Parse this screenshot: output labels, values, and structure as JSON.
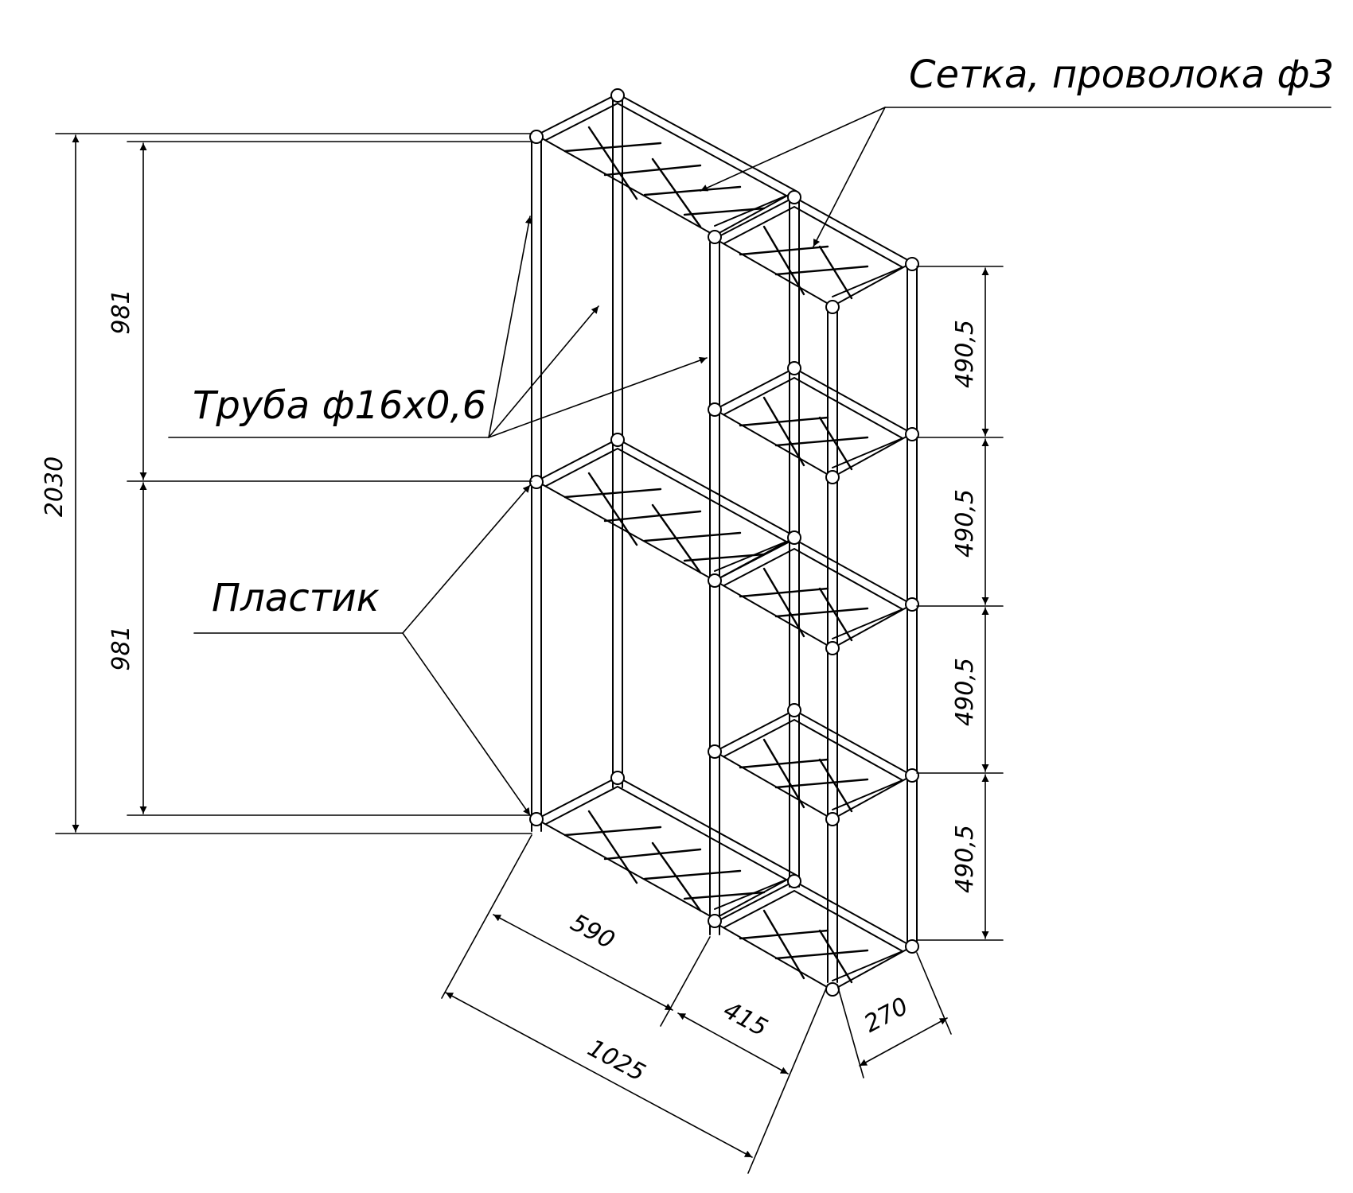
{
  "labels": {
    "mesh": "Сетка, проволока ф3",
    "pipe": "Труба ф16х0,6",
    "plastic": "Пластик"
  },
  "dimensions": {
    "total_height": "2030",
    "upper_height": "981",
    "lower_height": "981",
    "shelf_pitch_1": "490,5",
    "shelf_pitch_2": "490,5",
    "shelf_pitch_3": "490,5",
    "shelf_pitch_4": "490,5",
    "width_left": "590",
    "width_right": "415",
    "width_total": "1025",
    "depth": "270"
  }
}
